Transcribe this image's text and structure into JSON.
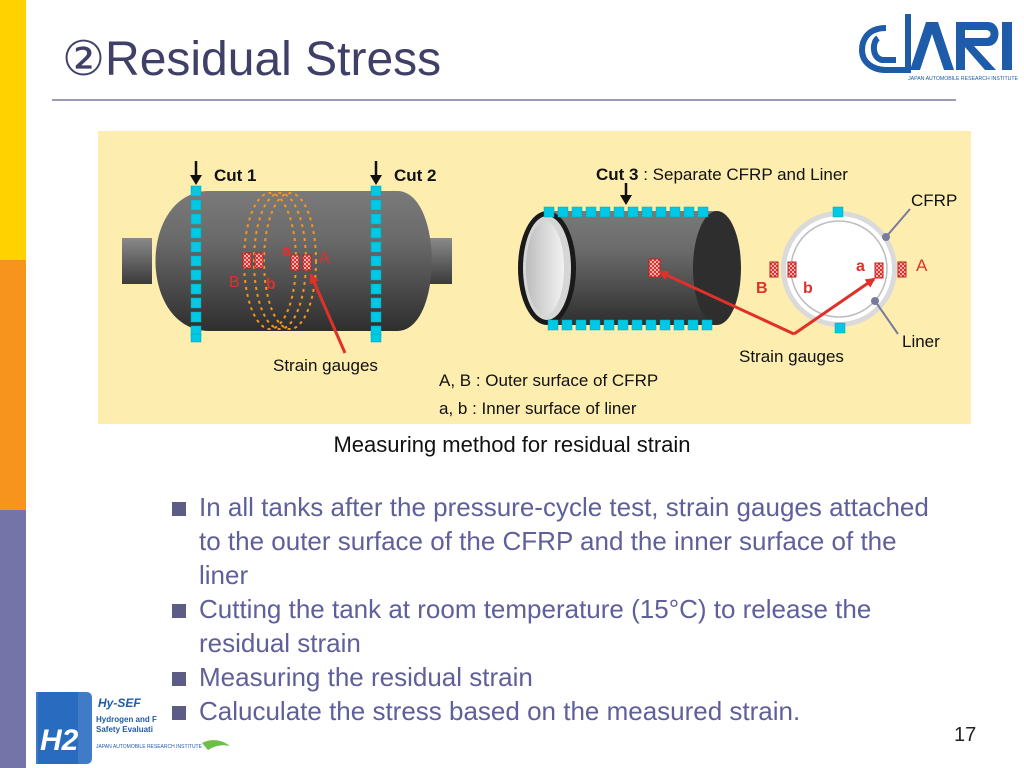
{
  "title": {
    "number": "②",
    "text": "Residual Stress"
  },
  "logo": {
    "tagline": "JAPAN AUTOMOBILE RESEARCH INSTITUTE"
  },
  "diagram": {
    "cut1": "Cut 1",
    "cut2": "Cut 2",
    "cut3": "Cut 3",
    "cut3_desc": " : Separate CFRP and Liner",
    "cfrp": "CFRP",
    "liner": "Liner",
    "strain_gauges_left": "Strain gauges",
    "strain_gauges_right": "Strain gauges",
    "gauge_A": "A",
    "gauge_B": "B",
    "gauge_a": "a",
    "gauge_b": "b",
    "legend_outer": "A, B : Outer surface of CFRP",
    "legend_inner": "a, b : Inner surface of liner"
  },
  "caption": "Measuring method for residual strain",
  "bullets": [
    {
      "text": "In all tanks after the pressure-cycle test, strain gauges attached to the outer surface of the  CFRP and the inner surface of the liner"
    },
    {
      "text": "Cutting the tank at room temperature (15°C) to release the residual strain"
    },
    {
      "text": "Measuring the residual strain"
    },
    {
      "text": "Caluculate the stress based on the measured strain."
    }
  ],
  "footer": {
    "page_number": "17",
    "badge_h2": "H2",
    "badge_name": "Hy-SEF",
    "badge_line1": "Hydrogen and F",
    "badge_line2": "Safety Evaluati",
    "badge_line3": "JAPAN AUTOMOBILE RESEARCH INSTITUTE"
  },
  "colors": {
    "sidebar_top": "#FFD200",
    "sidebar_middle": "#F7941D",
    "sidebar_bottom": "#7474A8",
    "title": "#3F3F67",
    "panel": "#FDEDAE",
    "tick_marks": "#00C8E6",
    "gauge_red": "#E0302A",
    "bullet_text": "#5F5F9A",
    "logo_blue": "#1E5BA8"
  }
}
